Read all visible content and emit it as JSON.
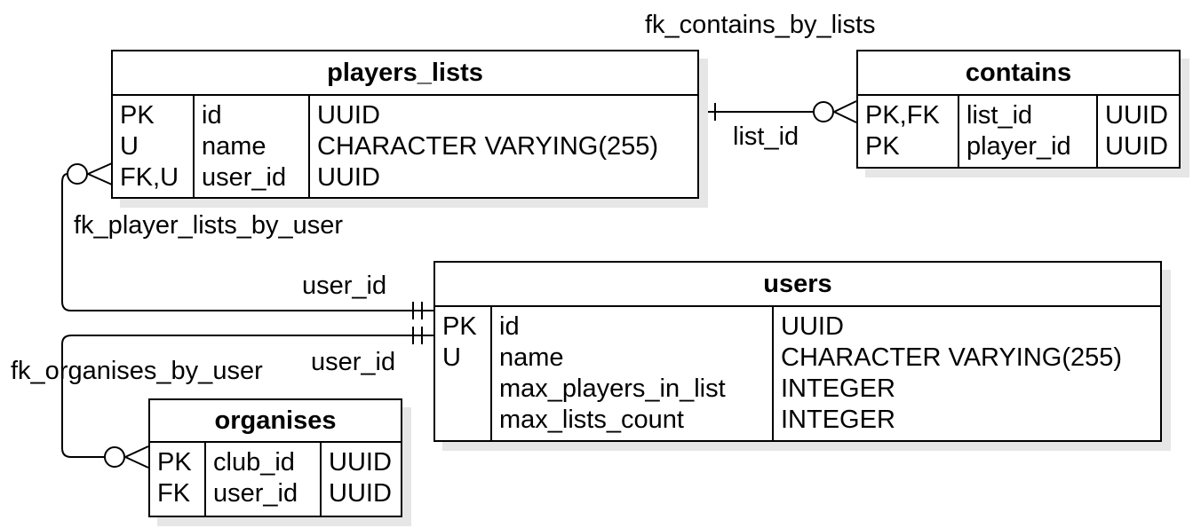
{
  "entities": {
    "players_lists": {
      "name": "players_lists",
      "keys": [
        "PK",
        "U",
        "FK,U"
      ],
      "columns": [
        "id",
        "name",
        "user_id"
      ],
      "types": [
        "UUID",
        "CHARACTER VARYING(255)",
        "UUID"
      ]
    },
    "contains": {
      "name": "contains",
      "keys": [
        "PK,FK",
        "PK"
      ],
      "columns": [
        "list_id",
        "player_id"
      ],
      "types": [
        "UUID",
        "UUID"
      ]
    },
    "users": {
      "name": "users",
      "keys": [
        "PK",
        "U",
        "",
        ""
      ],
      "columns": [
        "id",
        "name",
        "max_players_in_list",
        "max_lists_count"
      ],
      "types": [
        "UUID",
        "CHARACTER VARYING(255)",
        "INTEGER",
        "INTEGER"
      ]
    },
    "organises": {
      "name": "organises",
      "keys": [
        "PK",
        "FK"
      ],
      "columns": [
        "club_id",
        "user_id"
      ],
      "types": [
        "UUID",
        "UUID"
      ]
    }
  },
  "relations": {
    "fk_contains_by_lists": {
      "name": "fk_contains_by_lists",
      "column": "list_id"
    },
    "fk_player_lists_by_user": {
      "name": "fk_player_lists_by_user",
      "column": "user_id"
    },
    "fk_organises_by_user": {
      "name": "fk_organises_by_user",
      "column": "user_id"
    }
  }
}
